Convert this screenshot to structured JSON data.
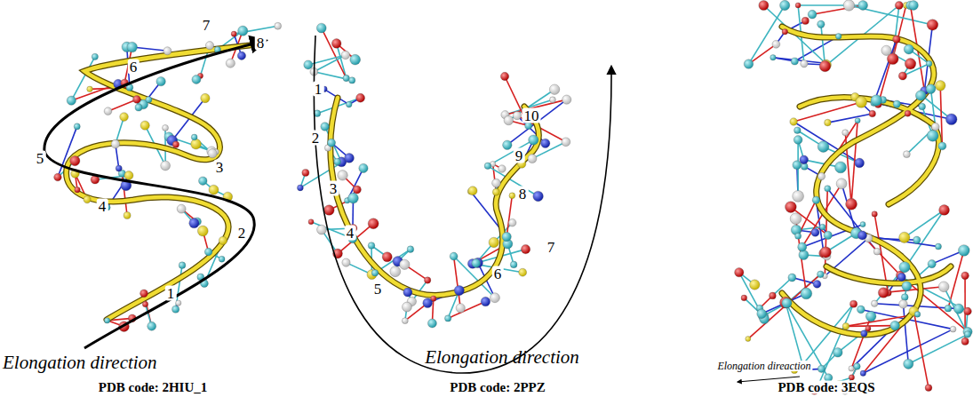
{
  "diagram": {
    "labels": [
      "8",
      "7",
      "6",
      "5",
      "4",
      "3",
      "2",
      "1",
      "Elongation direction",
      "PDB code: 2HIU_1",
      "1",
      "2",
      "3",
      "4",
      "5",
      "6",
      "7",
      "8",
      "9",
      "10",
      "Elongation direction",
      "PDB code: 2PPZ",
      "Elongation direaction",
      "PDB code: 3EQS"
    ]
  }
}
